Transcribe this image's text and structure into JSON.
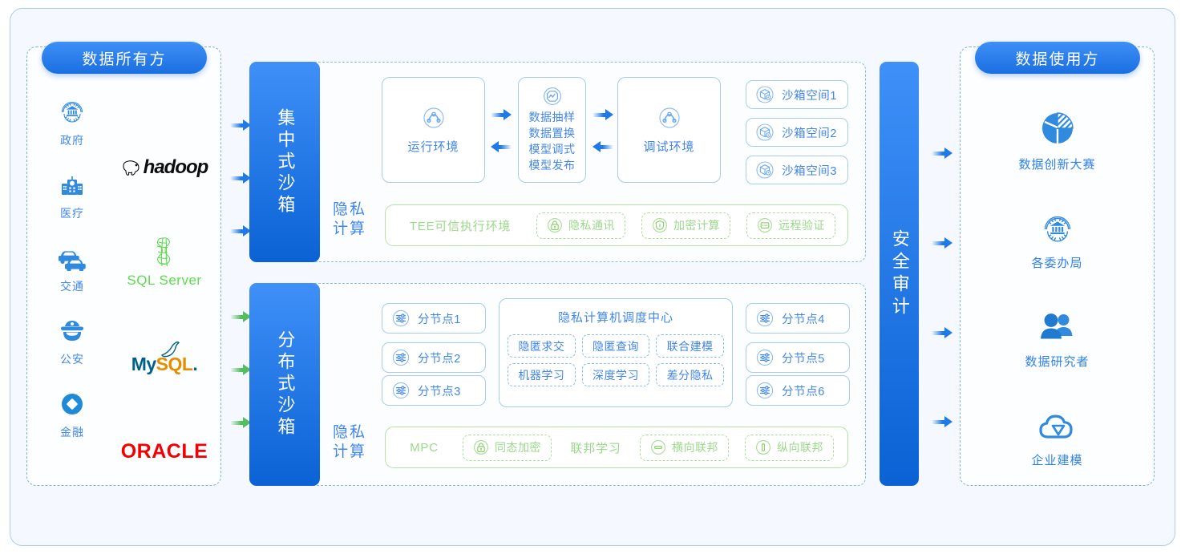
{
  "theme": {
    "brand_blue": "#1f7ae8",
    "deep_blue": "#0a62d4",
    "light_blue_border": "#a6ccf5",
    "dashed_blue": "#76b0f2",
    "green": "#9bd98b",
    "green_border": "#b6e2a6",
    "page_bg": "#f5f9ff"
  },
  "owner": {
    "title": "数据所有方",
    "sources": [
      {
        "label": "政府",
        "icon": "government-icon"
      },
      {
        "label": "医疗",
        "icon": "hospital-icon"
      },
      {
        "label": "交通",
        "icon": "traffic-icon"
      },
      {
        "label": "公安",
        "icon": "police-icon"
      },
      {
        "label": "金融",
        "icon": "finance-icon"
      }
    ],
    "vendors": [
      {
        "name": "hadoop",
        "icon": "hadoop-logo"
      },
      {
        "name": "SQL Server",
        "icon": "sqlserver-logo"
      },
      {
        "name": "MySQL",
        "icon": "mysql-logo"
      },
      {
        "name": "ORACLE",
        "icon": "oracle-logo"
      }
    ]
  },
  "central": {
    "bar_label": "集中式沙箱",
    "run_env": {
      "label": "运行环境",
      "icon": "runtime-icon"
    },
    "ops": {
      "icon": "pipeline-icon",
      "lines": [
        "数据抽样",
        "数据置换",
        "模型调式",
        "模型发布"
      ]
    },
    "debug_env": {
      "label": "调试环境",
      "icon": "debug-icon"
    },
    "spaces": [
      {
        "label": "沙箱空间1",
        "icon": "cube-gear-icon"
      },
      {
        "label": "沙箱空间2",
        "icon": "cube-gear-icon"
      },
      {
        "label": "沙箱空间3",
        "icon": "cube-gear-icon"
      }
    ],
    "privacy": {
      "label": "隐私\n计算",
      "label_lines": [
        "隐私",
        "计算"
      ],
      "items": [
        {
          "label": "TEE可信执行环境",
          "style": "plain",
          "icon": ""
        },
        {
          "label": "隐私通讯",
          "style": "chip",
          "icon": "lock-icon"
        },
        {
          "label": "加密计算",
          "style": "chip",
          "icon": "shield-icon"
        },
        {
          "label": "远程验证",
          "style": "chip",
          "icon": "message-icon"
        }
      ]
    }
  },
  "distributed": {
    "bar_label": "分布式沙箱",
    "nodes_left": [
      {
        "label": "分节点1",
        "icon": "sliders-icon"
      },
      {
        "label": "分节点2",
        "icon": "sliders-icon"
      },
      {
        "label": "分节点3",
        "icon": "sliders-icon"
      }
    ],
    "nodes_right": [
      {
        "label": "分节点4",
        "icon": "sliders-icon"
      },
      {
        "label": "分节点5",
        "icon": "sliders-icon"
      },
      {
        "label": "分节点6",
        "icon": "sliders-icon"
      }
    ],
    "scheduler": {
      "title": "隐私计算机调度中心",
      "capabilities": [
        "隐匿求交",
        "隐匿查询",
        "联合建模",
        "机器学习",
        "深度学习",
        "差分隐私"
      ]
    },
    "privacy": {
      "label_lines": [
        "隐私",
        "计算"
      ],
      "items": [
        {
          "label": "MPC",
          "style": "plain",
          "icon": ""
        },
        {
          "label": "同态加密",
          "style": "chip",
          "icon": "lock-icon"
        },
        {
          "label": "联邦学习",
          "style": "plain",
          "icon": ""
        },
        {
          "label": "横向联邦",
          "style": "chip",
          "icon": "horizontal-bar-icon"
        },
        {
          "label": "纵向联邦",
          "style": "chip",
          "icon": "vertical-bar-icon"
        }
      ]
    }
  },
  "audit": {
    "label": "安全审计",
    "label_chars": "安全审计"
  },
  "user": {
    "title": "数据使用方",
    "items": [
      {
        "label": "数据创新大赛",
        "icon": "pie-chart-icon"
      },
      {
        "label": "各委办局",
        "icon": "government-icon"
      },
      {
        "label": "数据研究者",
        "icon": "users-icon"
      },
      {
        "label": "企业建模",
        "icon": "cloud-icon"
      }
    ]
  }
}
